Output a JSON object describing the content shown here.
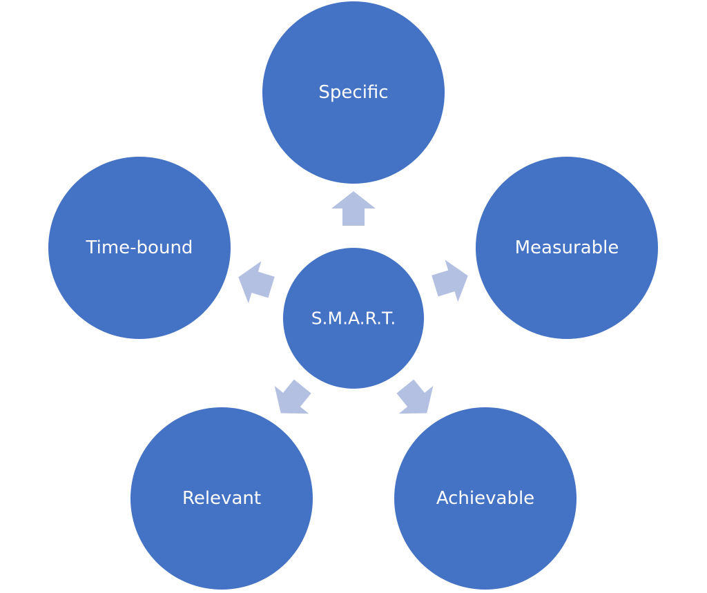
{
  "colors": {
    "node_fill": "#4472c4",
    "arrow_fill": "#b4c0e2",
    "label_text": "#ffffff",
    "background": "#ffffff"
  },
  "diagram": {
    "center": {
      "label": "S.M.A.R.T."
    },
    "nodes": [
      {
        "id": "specific",
        "label": "Specific"
      },
      {
        "id": "measurable",
        "label": "Measurable"
      },
      {
        "id": "achievable",
        "label": "Achievable"
      },
      {
        "id": "relevant",
        "label": "Relevant"
      },
      {
        "id": "time-bound",
        "label": "Time-bound"
      }
    ]
  }
}
